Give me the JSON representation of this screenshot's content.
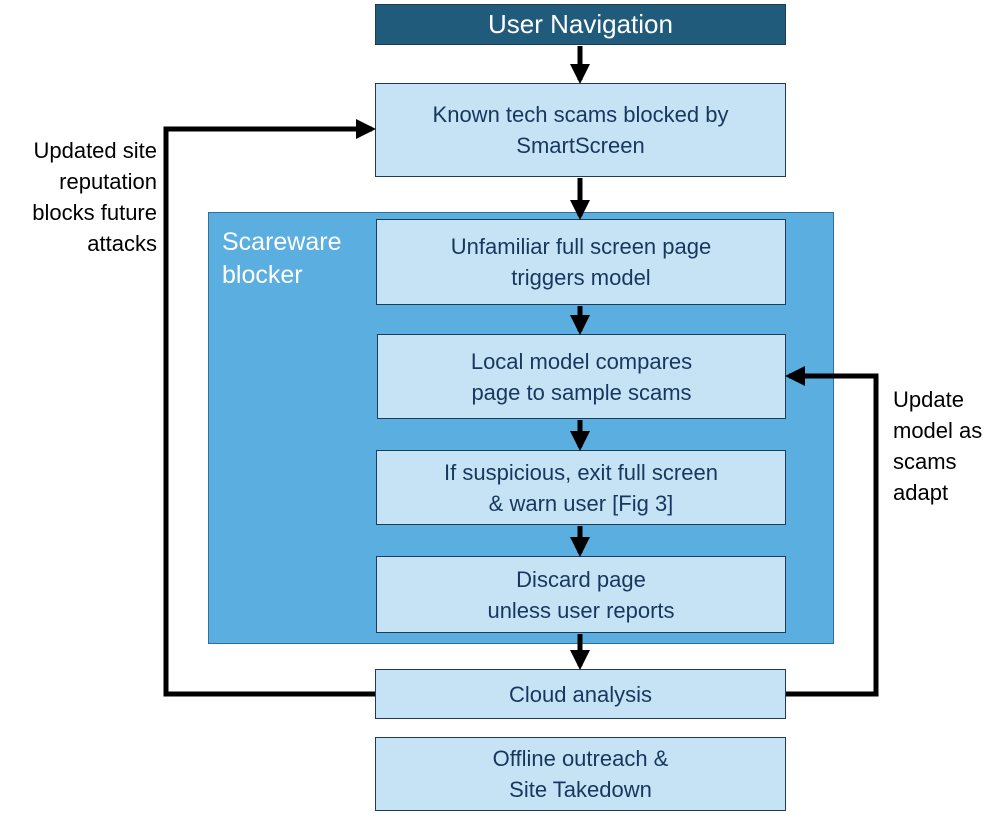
{
  "nodes": {
    "user_navigation": {
      "lines": [
        "User Navigation"
      ]
    },
    "smartscreen": {
      "lines": [
        "Known tech scams blocked by",
        "SmartScreen"
      ]
    },
    "unfamiliar": {
      "lines": [
        "Unfamiliar full screen page",
        "triggers model"
      ]
    },
    "local_model": {
      "lines": [
        "Local model compares",
        "page to sample scams"
      ]
    },
    "suspicious": {
      "lines": [
        "If suspicious, exit full screen",
        "& warn user [Fig 3]"
      ]
    },
    "discard": {
      "lines": [
        "Discard page",
        "unless user reports"
      ]
    },
    "cloud": {
      "lines": [
        "Cloud analysis"
      ]
    },
    "offline": {
      "lines": [
        "Offline outreach &",
        "Site Takedown"
      ]
    }
  },
  "container": {
    "lines": [
      "Scareware",
      "blocker"
    ]
  },
  "left_feedback": {
    "lines": [
      "Updated site",
      "reputation",
      "blocks future",
      "attacks"
    ]
  },
  "right_feedback": {
    "lines": [
      "Update",
      "model as",
      "scams",
      "adapt"
    ]
  },
  "colors": {
    "header": "#215b7c",
    "box": "#c6e3f5",
    "container": "#5aaee0",
    "box_text": "#17375e",
    "arrow": "#000000"
  }
}
